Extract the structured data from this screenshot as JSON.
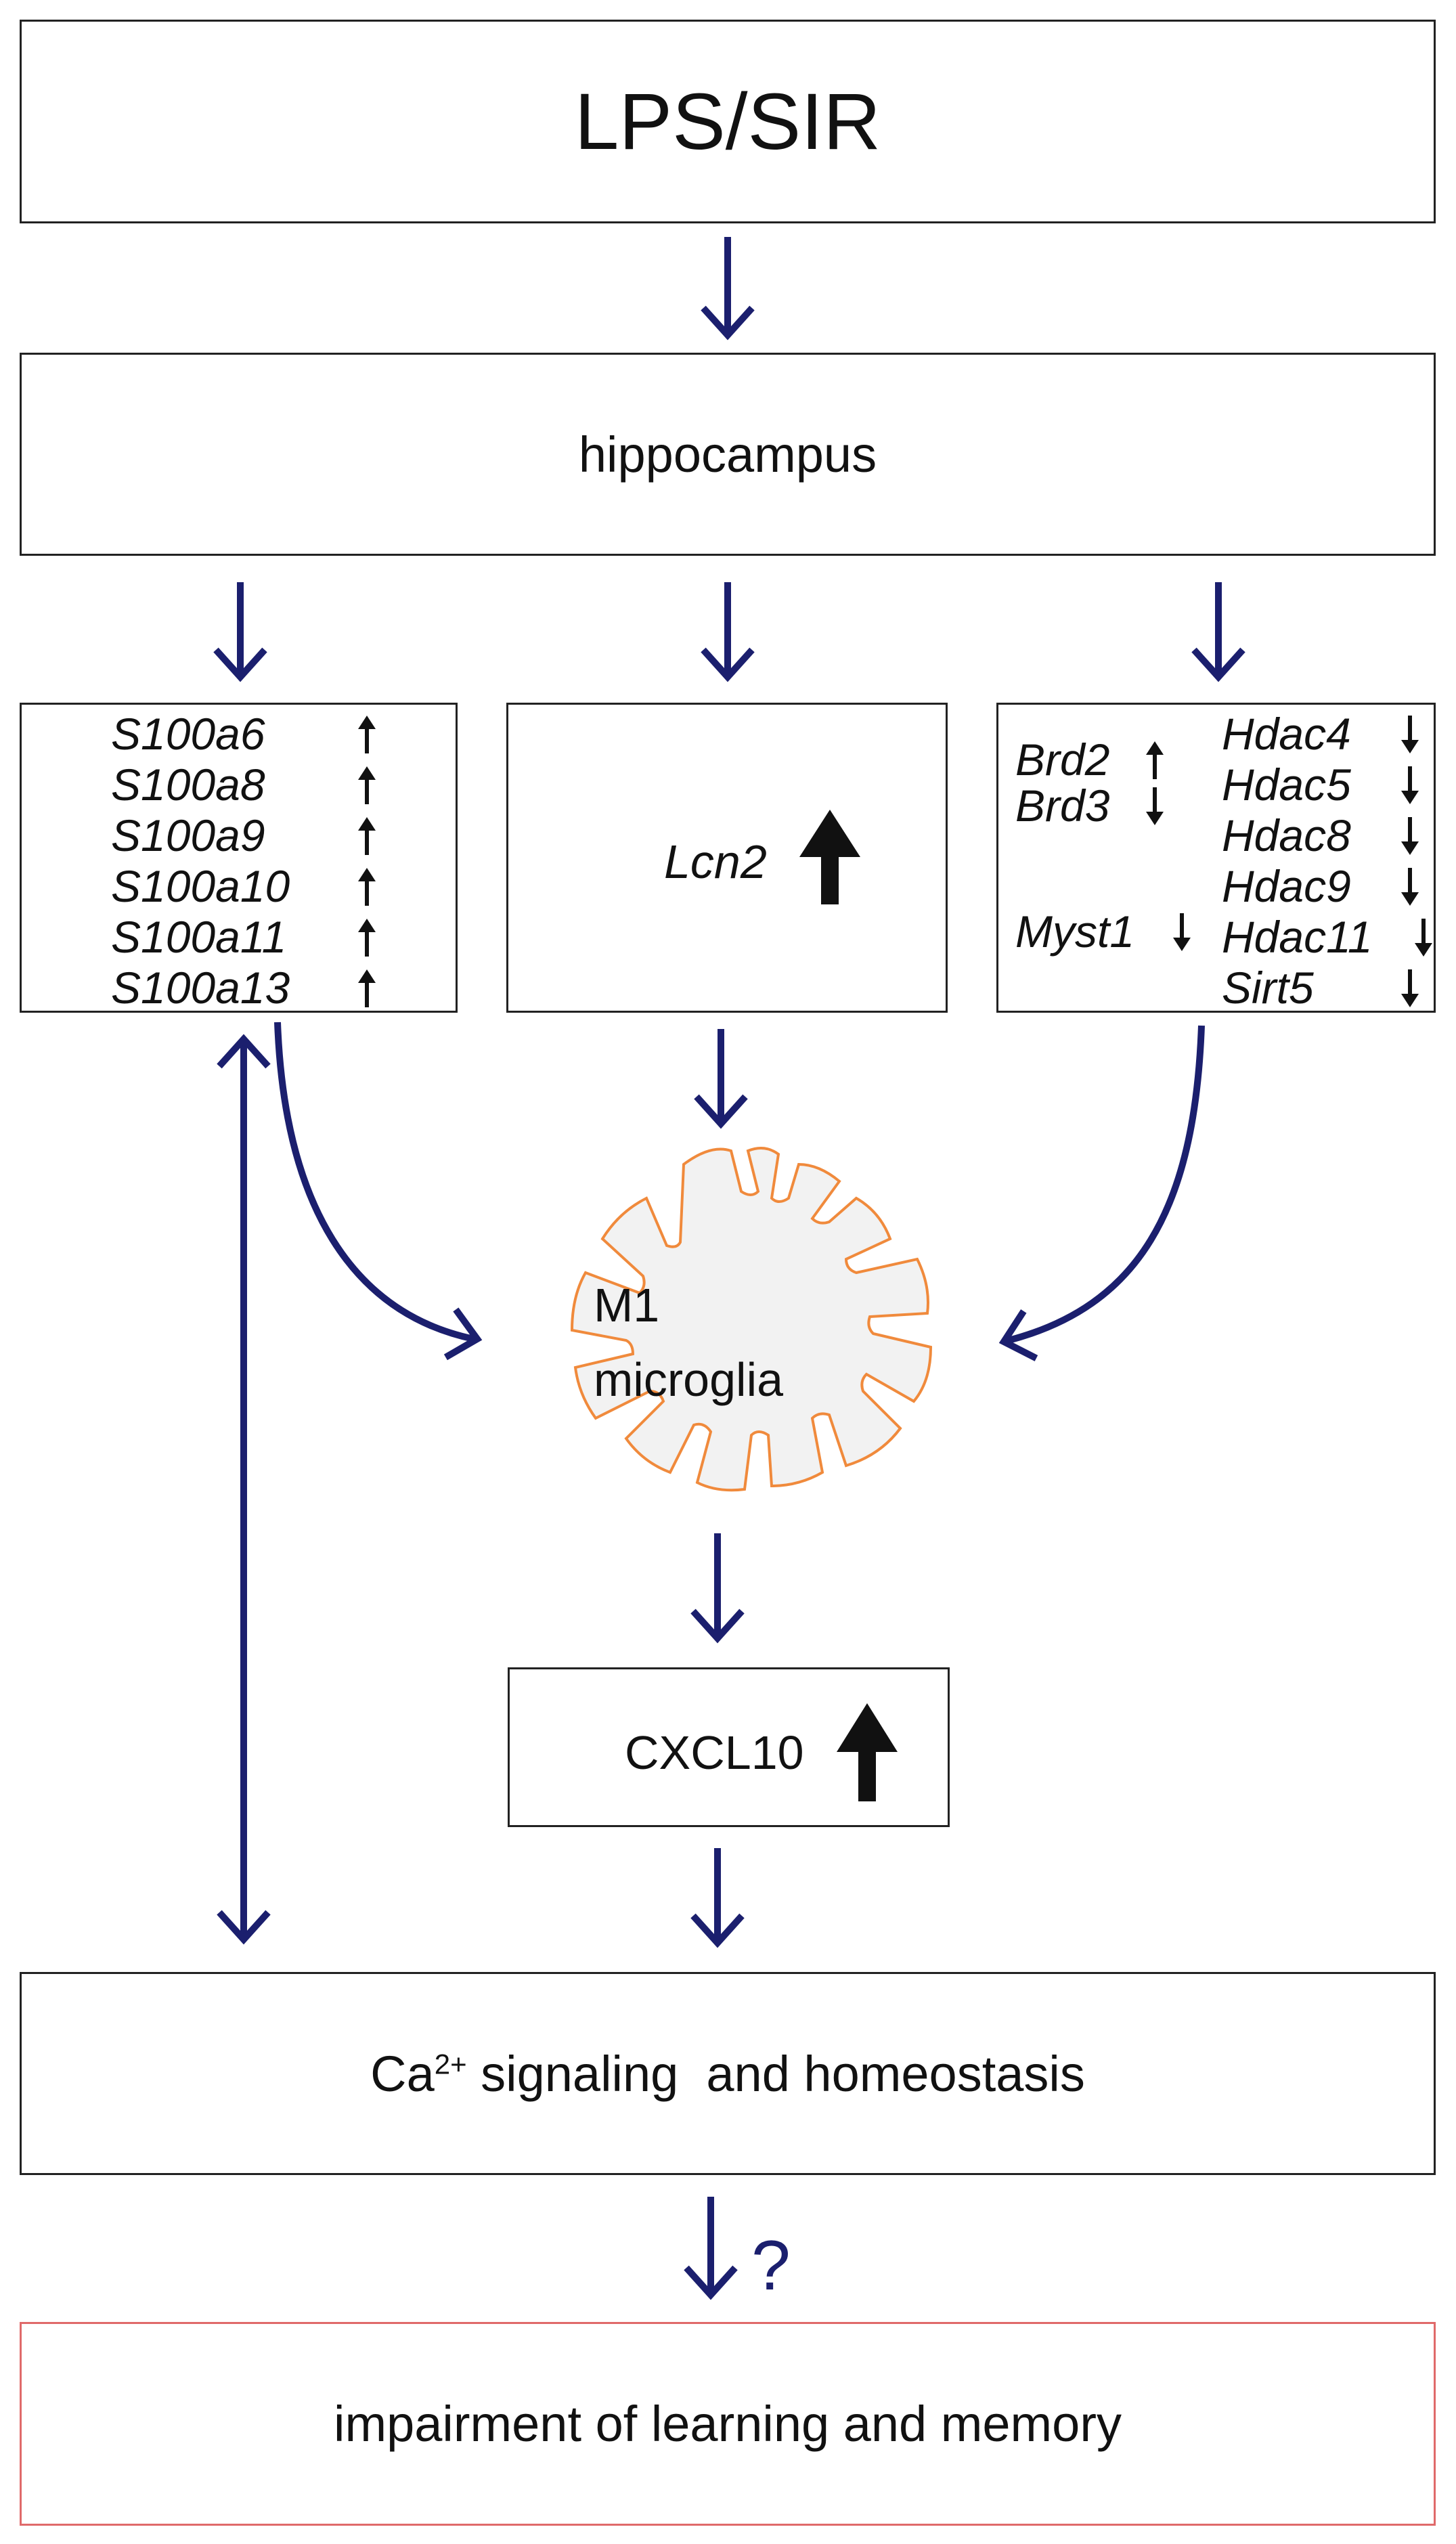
{
  "boxes": {
    "trigger": "LPS/SIR",
    "region": "hippocampus",
    "calcium": {
      "prefix": "Ca",
      "superscript": "2+",
      "suffix": " signaling  and homeostasis"
    },
    "outcome": "impairment of learning and memory"
  },
  "s100_genes": [
    {
      "name": "S100a6",
      "direction": "up"
    },
    {
      "name": "S100a8",
      "direction": "up"
    },
    {
      "name": "S100a9",
      "direction": "up"
    },
    {
      "name": "S100a10",
      "direction": "up"
    },
    {
      "name": "S100a11",
      "direction": "up"
    },
    {
      "name": "S100a13",
      "direction": "up"
    }
  ],
  "lcn2": {
    "name": "Lcn2",
    "direction": "up"
  },
  "epigenetic_left": [
    {
      "name": "Brd2",
      "direction": "up"
    },
    {
      "name": "Brd3",
      "direction": "down"
    },
    {
      "name": "Myst1",
      "direction": "down"
    }
  ],
  "epigenetic_right": [
    {
      "name": "Hdac4",
      "direction": "down"
    },
    {
      "name": "Hdac5",
      "direction": "down"
    },
    {
      "name": "Hdac8",
      "direction": "down"
    },
    {
      "name": "Hdac9",
      "direction": "down"
    },
    {
      "name": "Hdac11",
      "direction": "down"
    },
    {
      "name": "Sirt5",
      "direction": "down"
    }
  ],
  "microglia": {
    "line1": "M1",
    "line2": "microglia",
    "outline_color": "#f08a3c",
    "fill_color": "#f2f2f2"
  },
  "cxcl10": {
    "name": "CXCL10",
    "direction": "up"
  },
  "question_mark": "?",
  "colors": {
    "arrow": "#1b1f6e",
    "box_border": "#222222",
    "outcome_border": "#e06a6a"
  }
}
